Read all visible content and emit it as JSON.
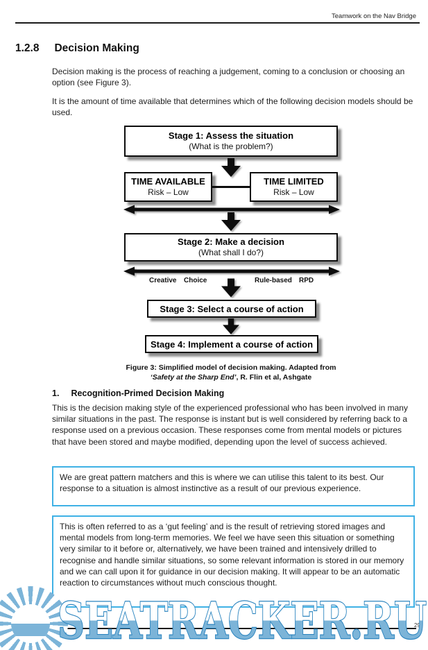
{
  "header": {
    "title": "Teamwork on the Nav Bridge"
  },
  "section": {
    "number": "1.2.8",
    "title": "Decision Making"
  },
  "intro": {
    "p1": "Decision making is the process of reaching a judgement, coming to a conclusion or choosing an option (see Figure 3).",
    "p2": "It is the amount of time available that determines which of the following decision models should be used."
  },
  "flowchart": {
    "stage1": {
      "title": "Stage 1: Assess the situation",
      "subtitle": "(What is the problem?)"
    },
    "time_available": {
      "title": "TIME AVAILABLE",
      "subtitle": "Risk – Low"
    },
    "time_limited": {
      "title": "TIME LIMITED",
      "subtitle": "Risk – Low"
    },
    "stage2": {
      "title": "Stage 2: Make a decision",
      "subtitle": "(What shall I do?)"
    },
    "spectrum_labels": [
      "Creative",
      "Choice",
      "Rule-based",
      "RPD"
    ],
    "stage3": {
      "title": "Stage 3: Select a course of action"
    },
    "stage4": {
      "title": "Stage 4: Implement a course of action"
    },
    "caption_line1": "Figure 3: Simplified model of decision making. Adapted from",
    "caption_italic": "‘Safety at the Sharp End’",
    "caption_rest": ", R. Flin et al, Ashgate"
  },
  "rpd": {
    "heading_number": "1.",
    "heading": "Recognition-Primed Decision Making",
    "body": "This is the decision making style of the experienced professional who has been involved in many similar situations in the past. The response is instant but is well considered by referring back to a response used on a previous occasion. These responses come from mental models or pictures that have been stored and maybe modified, depending upon the level of success achieved."
  },
  "callouts": [
    {
      "text": "We are great pattern matchers and this is where we can utilise this talent to its best. Our response to a situation is almost instinctive as a result of our previous experience."
    },
    {
      "text": "This is often referred to as a ‘gut feeling’ and is the result of retrieving stored images and mental models from long-term memories. We feel we have seen this situation or something very similar to it before or, alternatively, we have been trained and intensively drilled to recognise and handle similar situations, so some relevant information is stored in our memory and we can call upon it for guidance in our decision making. It will appear to be an automatic reaction to circumstances without much conscious thought."
    }
  ],
  "footer": {
    "page_number": "29"
  },
  "watermark": {
    "text": "SEATRACKER.RU"
  },
  "colors": {
    "callout_border": "#3fb1e5",
    "watermark_fill": "#7cb4d8",
    "watermark_stroke": "#2e86c0",
    "box_border": "#0d0d0d"
  }
}
